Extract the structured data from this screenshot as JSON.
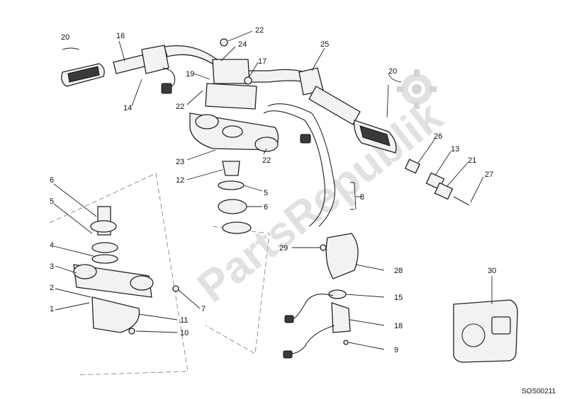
{
  "diagram": {
    "code": "SOS00211",
    "watermark": "PartsRepublik",
    "callouts": [
      {
        "id": "c-20a",
        "label": "20"
      },
      {
        "id": "c-16",
        "label": "16"
      },
      {
        "id": "c-22a",
        "label": "22"
      },
      {
        "id": "c-24",
        "label": "24"
      },
      {
        "id": "c-17",
        "label": "17"
      },
      {
        "id": "c-25",
        "label": "25"
      },
      {
        "id": "c-20b",
        "label": "20"
      },
      {
        "id": "c-19",
        "label": "19"
      },
      {
        "id": "c-14",
        "label": "14"
      },
      {
        "id": "c-22b",
        "label": "22"
      },
      {
        "id": "c-23",
        "label": "23"
      },
      {
        "id": "c-22c",
        "label": "22"
      },
      {
        "id": "c-12",
        "label": "12"
      },
      {
        "id": "c-5a",
        "label": "5"
      },
      {
        "id": "c-6a",
        "label": "6"
      },
      {
        "id": "c-8",
        "label": "8"
      },
      {
        "id": "c-26",
        "label": "26"
      },
      {
        "id": "c-13",
        "label": "13"
      },
      {
        "id": "c-21",
        "label": "21"
      },
      {
        "id": "c-27",
        "label": "27"
      },
      {
        "id": "c-6b",
        "label": "6"
      },
      {
        "id": "c-5b",
        "label": "5"
      },
      {
        "id": "c-4",
        "label": "4"
      },
      {
        "id": "c-3",
        "label": "3"
      },
      {
        "id": "c-2",
        "label": "2"
      },
      {
        "id": "c-1",
        "label": "1"
      },
      {
        "id": "c-7",
        "label": "7"
      },
      {
        "id": "c-11",
        "label": "11"
      },
      {
        "id": "c-10",
        "label": "10"
      },
      {
        "id": "c-29",
        "label": "29"
      },
      {
        "id": "c-28",
        "label": "28"
      },
      {
        "id": "c-15",
        "label": "15"
      },
      {
        "id": "c-18",
        "label": "18"
      },
      {
        "id": "c-9",
        "label": "9"
      },
      {
        "id": "c-30",
        "label": "30"
      }
    ]
  }
}
